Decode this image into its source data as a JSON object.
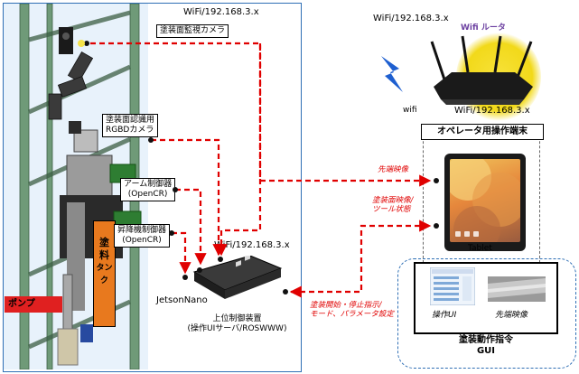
{
  "robot_area": {
    "wifi_label": "WiFi/192.168.3.x",
    "camera_monitor_label": "塗装面監視カメラ",
    "rgbd_label_line1": "塗装面認識用",
    "rgbd_label_line2": "RGBDカメラ",
    "arm_ctrl_line1": "アーム制御器",
    "arm_ctrl_line2": "(OpenCR)",
    "lift_ctrl_line1": "昇降機制御器",
    "lift_ctrl_line2": "(OpenCR)",
    "tank_line1": "塗",
    "tank_line2": "料",
    "tank_line3": "タンク",
    "pump_label": "ポンプ"
  },
  "controller": {
    "wifi_label": "WiFi/192.168.3.x",
    "jetson_label": "JetsonNano",
    "name_line1": "上位制御装置",
    "name_line2": "(操作UIサーバ/ROSWWW)"
  },
  "router": {
    "wifi_label": "WiFi/192.168.3.x",
    "router_title": "Wifi ルータ",
    "wifi_word": "wifi",
    "router_ip": "WiFi/192.168.3.x"
  },
  "terminal": {
    "title": "オペレータ用操作端末",
    "tablet_label": "Tablet"
  },
  "arrows": {
    "tip_video": "先端映像",
    "paint_video_line1": "塗装面映像/",
    "paint_video_line2": "ツール状態",
    "cmd_line1": "塗装開始・停止指示/",
    "cmd_line2": "モード、パラメータ設定"
  },
  "gui": {
    "op_ui_label": "操作UI",
    "tip_img_label": "先端映像",
    "caption_line1": "塗装動作指令",
    "caption_line2": "GUI"
  },
  "colors": {
    "arrow_red": "#e00000",
    "frame_blue": "#2f6fb5",
    "tank_orange": "#e8791e",
    "pump_red": "#e02020",
    "router_yellow": "#f2d91a"
  }
}
